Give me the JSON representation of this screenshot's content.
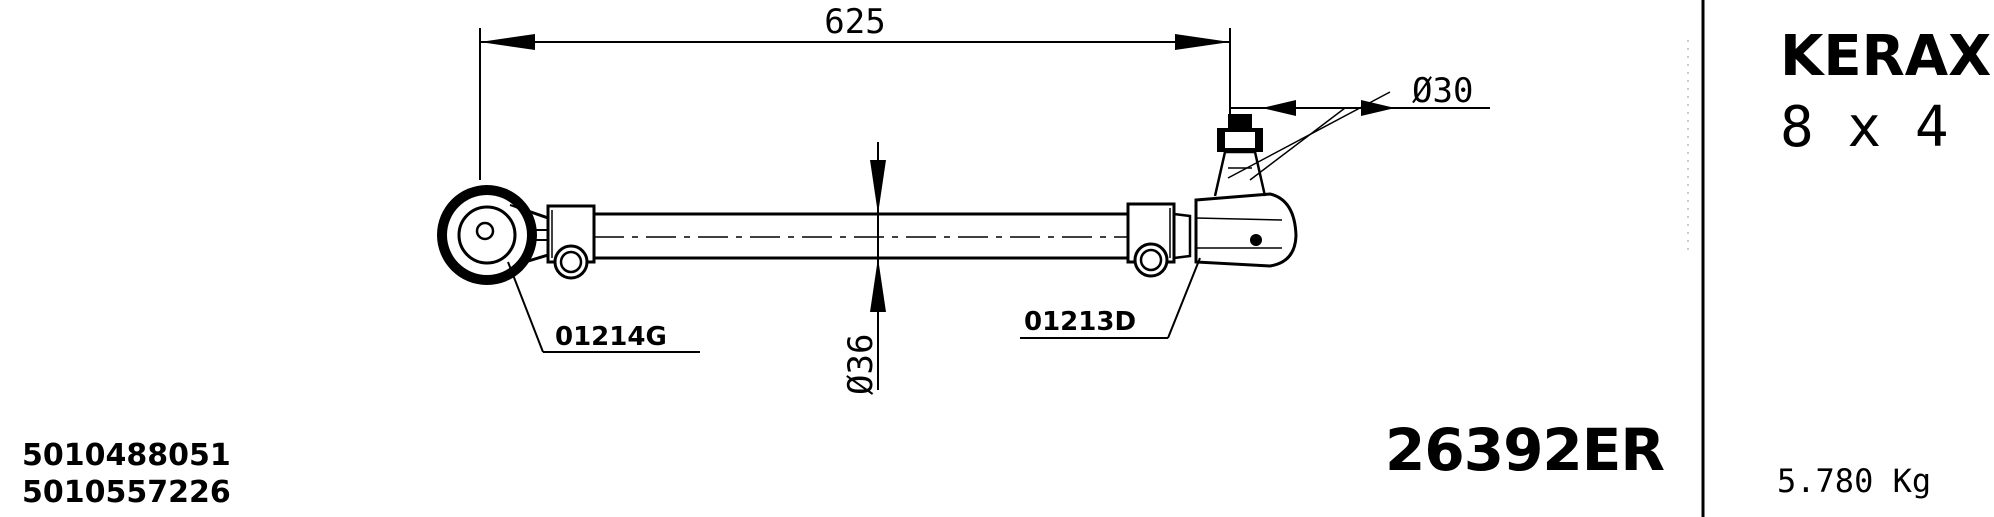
{
  "dimensions": {
    "length": "625",
    "ball_diameter": "Ø30",
    "tube_diameter": "Ø36"
  },
  "references": {
    "left_end": "01214G",
    "right_end": "01213D"
  },
  "oem_numbers": [
    "5010488051",
    "5010557226"
  ],
  "part_number": "26392ER",
  "vehicle": {
    "model": "KERAX",
    "config": "8 x 4"
  },
  "weight": "5.780 Kg"
}
